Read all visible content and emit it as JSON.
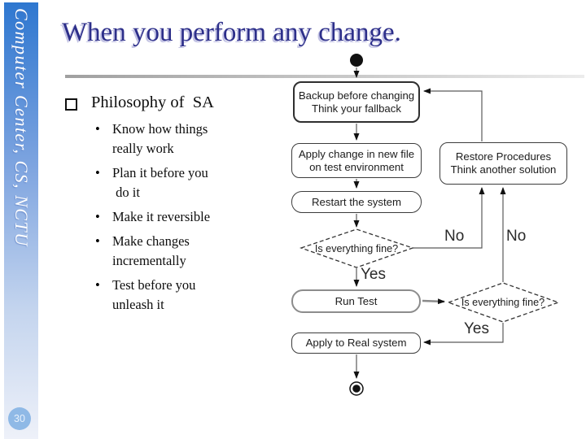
{
  "slide": {
    "sidebar": {
      "vertical_text": "Computer Center, CS, NCTU",
      "page_number": "30"
    },
    "header": {
      "title": "When you perform any change."
    },
    "content": {
      "bullet_char": "•",
      "main_bullet": "Philosophy of  SA",
      "sub_bullets": [
        "Know how things\nreally work",
        "Plan it before you\n do it",
        "Make it reversible",
        "Make changes\nincrementally",
        "Test before you\nunleash it"
      ]
    },
    "flowchart": {
      "start_node": "filled-circle",
      "end_node": "ring-circle",
      "boxes": {
        "backup": "Backup before changing\nThink your fallback",
        "apply_test": "Apply change in new file\non test environment",
        "restart": "Restart the system",
        "run_test": "Run Test",
        "apply_real": "Apply to Real system",
        "restore": "Restore Procedures\nThink another solution"
      },
      "decisions": {
        "first": "Is everything fine?",
        "second": "Is everything fine?"
      },
      "labels": {
        "yes1": "Yes",
        "no1": "No",
        "yes2": "Yes",
        "no2": "No"
      }
    },
    "colors": {
      "title_text": "#2d2f8a",
      "title_shadow": "#c3c3e4",
      "sidebar_top": "#2e77d0",
      "sidebar_bottom": "#eef1f9",
      "page_circle": "#8fb9e6",
      "divider": "#a0a0a0",
      "box_border": "#3c3c3c",
      "run_test_border": "#8c8c8c"
    }
  }
}
